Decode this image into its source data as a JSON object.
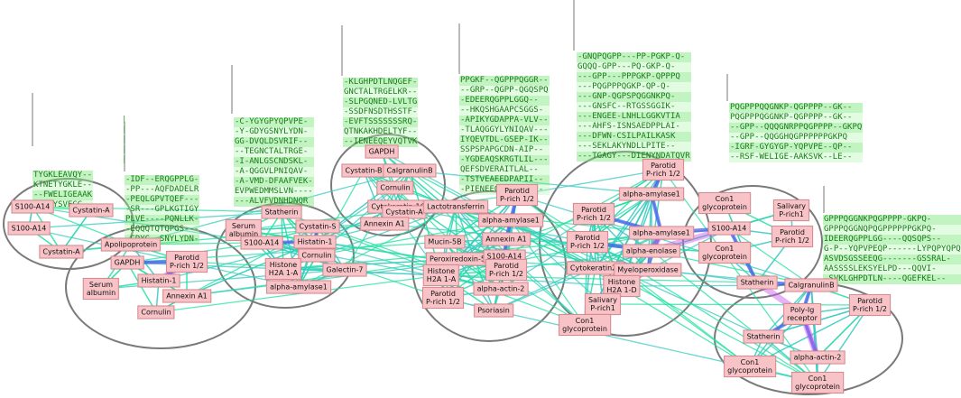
{
  "clusters": [
    {
      "id": "c1",
      "nodes": [
        {
          "id": "n1",
          "label": "S100-A14"
        },
        {
          "id": "n2",
          "label": "Cystatin-A"
        },
        {
          "id": "n3",
          "label": "S100-A14"
        },
        {
          "id": "n4",
          "label": "Cystatin-A"
        }
      ]
    },
    {
      "id": "c2",
      "nodes": [
        {
          "id": "n5",
          "label": "Apolipoprotein"
        },
        {
          "id": "n6",
          "label": "GAPDH"
        },
        {
          "id": "n7",
          "label": "Parotid\nP-rich 1/2"
        },
        {
          "id": "n8",
          "label": "Histatin-1"
        },
        {
          "id": "n9",
          "label": "Serum\nalbumin"
        },
        {
          "id": "n10",
          "label": "Annexin A1"
        },
        {
          "id": "n11",
          "label": "Cornulin"
        }
      ]
    },
    {
      "id": "c3",
      "nodes": [
        {
          "id": "n12",
          "label": "Statherin"
        },
        {
          "id": "n13",
          "label": "Serum\nalbumin"
        },
        {
          "id": "n14",
          "label": "Cystatin-S"
        },
        {
          "id": "n15",
          "label": "S100-A14"
        },
        {
          "id": "n16",
          "label": "Histatin-1"
        },
        {
          "id": "n17",
          "label": "Cornulin"
        },
        {
          "id": "n18",
          "label": "Histone\nH2A 1-A"
        },
        {
          "id": "n19",
          "label": "Galectin-7"
        },
        {
          "id": "n20",
          "label": "alpha-amylase1"
        }
      ]
    },
    {
      "id": "c4",
      "nodes": [
        {
          "id": "n21",
          "label": "GAPDH"
        },
        {
          "id": "n22",
          "label": "Cystatin-B"
        },
        {
          "id": "n23",
          "label": "CalgranulinB"
        },
        {
          "id": "n24",
          "label": "Cornulin"
        },
        {
          "id": "n25",
          "label": "Cytokeratin-16"
        },
        {
          "id": "n26",
          "label": "Cystatin-A"
        },
        {
          "id": "n27",
          "label": "Annexin A1"
        }
      ]
    },
    {
      "id": "c5",
      "nodes": [
        {
          "id": "n28",
          "label": "Lactotransferrin"
        },
        {
          "id": "n29",
          "label": "Parotid\nP-rich 1/2"
        },
        {
          "id": "n30",
          "label": "alpha-amylase1"
        },
        {
          "id": "n31",
          "label": "Mucin-5B"
        },
        {
          "id": "n32",
          "label": "Annexin A1"
        },
        {
          "id": "n33",
          "label": "Peroxiredoxin-5"
        },
        {
          "id": "n34",
          "label": "S100-A14"
        },
        {
          "id": "n35",
          "label": "Histone\nH2A 1-A"
        },
        {
          "id": "n36",
          "label": "Parotid\nP-rich 1/2"
        },
        {
          "id": "n37",
          "label": "Parotid\nP-rich 1/2"
        },
        {
          "id": "n38",
          "label": "alpha-actin-2"
        },
        {
          "id": "n39",
          "label": "Psoriasin"
        }
      ]
    },
    {
      "id": "c6",
      "nodes": [
        {
          "id": "n40",
          "label": "Parotid\nP-rich 1/2"
        },
        {
          "id": "n41",
          "label": "alpha-amylase1"
        },
        {
          "id": "n42",
          "label": "Parotid\nP-rich 1/2"
        },
        {
          "id": "n43",
          "label": "alpha-amylase1"
        },
        {
          "id": "n44",
          "label": "Parotid\nP-rich 1/2"
        },
        {
          "id": "n45",
          "label": "alpha-enolase"
        },
        {
          "id": "n46",
          "label": "Cytokeratin2P"
        },
        {
          "id": "n47",
          "label": "Myeloperoxidase"
        },
        {
          "id": "n48",
          "label": "Histone\nH2A 1-D"
        },
        {
          "id": "n49",
          "label": "Salivary\nP-rich1"
        },
        {
          "id": "n50",
          "label": "Con1\nglycoprotein"
        }
      ]
    },
    {
      "id": "c7",
      "nodes": [
        {
          "id": "n51",
          "label": "Con1\nglycoprotein"
        },
        {
          "id": "n52",
          "label": "Salivary\nP-rich1"
        },
        {
          "id": "n53",
          "label": "S100-A14"
        },
        {
          "id": "n54",
          "label": "Parotid\nP-rich 1/2"
        },
        {
          "id": "n55",
          "label": "Con1\nglycoprotein"
        },
        {
          "id": "n56",
          "label": "Statherin"
        }
      ]
    },
    {
      "id": "c8",
      "nodes": [
        {
          "id": "n57",
          "label": "CalgranulinB"
        },
        {
          "id": "n58",
          "label": "Poly-Ig\nreceptor"
        },
        {
          "id": "n59",
          "label": "Parotid\nP-rich 1/2"
        },
        {
          "id": "n60",
          "label": "Statherin"
        },
        {
          "id": "n61",
          "label": "alpha-actin-2"
        },
        {
          "id": "n62",
          "label": "Con1\nglycoprotein"
        },
        {
          "id": "n63",
          "label": "Con1\nglycoprotein"
        }
      ]
    }
  ],
  "sequence_blocks": [
    {
      "id": "s1",
      "lines": [
        "TYGKLEAVQY--",
        "KTNETYGKLE--",
        "--FWELIGEAAK",
        "NFHQYSVEGG--"
      ]
    },
    {
      "id": "s2",
      "lines": [
        "-IDF--ERQGPPLG-",
        "-PP---AQFDADELR",
        "-PEQLGPVTQEF---",
        "-SR---GPLKGTIGY",
        "PLVE----PQNLLK-",
        "-EQQQTQTQPGS---",
        "-GDYG--SNYLYDN-"
      ]
    },
    {
      "id": "s3",
      "lines": [
        "-C-YGYGPYQPVPE-",
        "-Y-GDYGSNYLYDN-",
        "GG-DVQLDSVRIF--",
        "--TEGNCTALTRGE-",
        "-I-ANLGSCNDSKL-",
        "-A-QGGVLPNIQAV-",
        "-A-VMD-DFAAFVEK-",
        "EVPWEDMMSLVN----",
        "---ALVFVDNHDNQR"
      ]
    },
    {
      "id": "s4",
      "lines": [
        "-KLGHPDTLNQGEF-",
        "GNCTALTRGELKR--",
        "-SLPGQNED-LVLTG",
        "-SSDFNSDTHSSTF-",
        "-EVFTSSSSSSSRQ-",
        "QTNKAKHDELTYF--",
        "--IENEEQEYVQTVK"
      ]
    },
    {
      "id": "s5",
      "lines": [
        "PPGKF--QGPPPQGGR--",
        "--GRP--QGPP-QGQSPQ",
        "-EDEERQGPPLGGQ--",
        "--HKQSHGAAPCSGGS-",
        "-APIKYGDAPPA-VLV--",
        "-TLAQGGYLYNIQAV---",
        "IYQEVTDL-GSEP-IK--",
        "SSPSPAPGCDN-AIP--",
        "-YGDEAQSKRGTLIL---",
        "QEFSDVERAITLAL--",
        "-TSTVEAEEDPAPII--",
        "-PIENEEQEYVQTVK--"
      ]
    },
    {
      "id": "s6",
      "lines": [
        "-GNQPQGPP---PP-PGKP-Q-",
        "GQQQ-GPP---PQ-GKP-Q-",
        "---GPP---PPPGKP-QPPPQ",
        "---PQGPPPQGKP-QP-Q-",
        "---GNP-QGPSPQGGNKPQ-",
        "---GNSFC--RTGSSGGIK-",
        "---ENGEE-LNHLLGGKVTIA",
        "---AHFS-ISNSAEDPPLAI-",
        "---DFWN-CSILPAILKASK",
        "---SEKLAKYNDLLPITE--",
        "---TGAGY---DIENYNDATQVR"
      ]
    },
    {
      "id": "s7",
      "lines": [
        "PQGPPPQQGNKP-QGPPPP--GK--",
        "PQGPPPQGGNKP-QGPPPP--GK--",
        "--GPP--QQQGNRPPQGPPPP--GKPQ",
        "--GPP--QQGGHQGPPPPPPGKPQ",
        "-IGRF-GYGYGP-YQPVPE--QP--",
        "--RSF-WELIGE-AAKSVK--LE--"
      ]
    },
    {
      "id": "s8",
      "lines": [
        "GPPPQGGNKPQGPPPP-GKPQ-",
        "GPPPQGGNQPQGPPPPPPGKPQ-",
        "IDEERQGPPLGG----QQSQPS--",
        "G-P--YQPVPEQP------LYPQPYQPQ",
        "ASVDSGSSEEQG-------GSSRAL-",
        "AASSSSLEKSYELPD---QQVI-",
        "-SVKLGHPDTLN----QGEFKEL--"
      ]
    }
  ],
  "hint_blocks": [
    {
      "id": "h1",
      "lines": [
        "|",
        "|",
        "|",
        "|",
        "|"
      ]
    }
  ],
  "edge_colors": {
    "primary": "#20e0a0",
    "secondary": "#35c9c0",
    "strong": "#4a5cf0",
    "highlight": "#cc55ee",
    "cluster_outline": "#7a7a7a",
    "node_fill": "#f8c3c7",
    "node_border": "#d98b91",
    "sequence_text": "#1a7a1a",
    "sequence_bg": "#8fee8f"
  }
}
